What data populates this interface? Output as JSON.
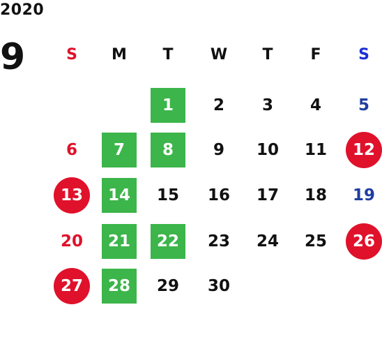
{
  "calendar": {
    "year": "2020",
    "month": "9",
    "weekdays": [
      {
        "label": "S",
        "color": "#e0112b"
      },
      {
        "label": "M",
        "color": "#111111"
      },
      {
        "label": "T",
        "color": "#111111"
      },
      {
        "label": "W",
        "color": "#111111"
      },
      {
        "label": "T",
        "color": "#111111"
      },
      {
        "label": "F",
        "color": "#111111"
      },
      {
        "label": "S",
        "color": "#1a2fd6"
      }
    ],
    "colors": {
      "weekday": "#111111",
      "sunday": "#e0112b",
      "saturday": "#1f3ea0",
      "highlight_green": "#3cb54a",
      "holiday_red": "#e0112b"
    },
    "weeks": [
      [
        {
          "day": "",
          "style": "empty"
        },
        {
          "day": "",
          "style": "empty"
        },
        {
          "day": "1",
          "style": "green"
        },
        {
          "day": "2",
          "style": "plain"
        },
        {
          "day": "3",
          "style": "plain"
        },
        {
          "day": "4",
          "style": "plain"
        },
        {
          "day": "5",
          "style": "saturday"
        }
      ],
      [
        {
          "day": "6",
          "style": "sunday"
        },
        {
          "day": "7",
          "style": "green"
        },
        {
          "day": "8",
          "style": "green"
        },
        {
          "day": "9",
          "style": "plain"
        },
        {
          "day": "10",
          "style": "plain"
        },
        {
          "day": "11",
          "style": "plain"
        },
        {
          "day": "12",
          "style": "red-circle"
        }
      ],
      [
        {
          "day": "13",
          "style": "red-circle"
        },
        {
          "day": "14",
          "style": "green"
        },
        {
          "day": "15",
          "style": "plain"
        },
        {
          "day": "16",
          "style": "plain"
        },
        {
          "day": "17",
          "style": "plain"
        },
        {
          "day": "18",
          "style": "plain"
        },
        {
          "day": "19",
          "style": "saturday"
        }
      ],
      [
        {
          "day": "20",
          "style": "sunday"
        },
        {
          "day": "21",
          "style": "green"
        },
        {
          "day": "22",
          "style": "green"
        },
        {
          "day": "23",
          "style": "plain"
        },
        {
          "day": "24",
          "style": "plain"
        },
        {
          "day": "25",
          "style": "plain"
        },
        {
          "day": "26",
          "style": "red-circle"
        }
      ],
      [
        {
          "day": "27",
          "style": "red-circle"
        },
        {
          "day": "28",
          "style": "green"
        },
        {
          "day": "29",
          "style": "plain"
        },
        {
          "day": "30",
          "style": "plain"
        },
        {
          "day": "",
          "style": "empty"
        },
        {
          "day": "",
          "style": "empty"
        },
        {
          "day": "",
          "style": "empty"
        }
      ]
    ]
  }
}
